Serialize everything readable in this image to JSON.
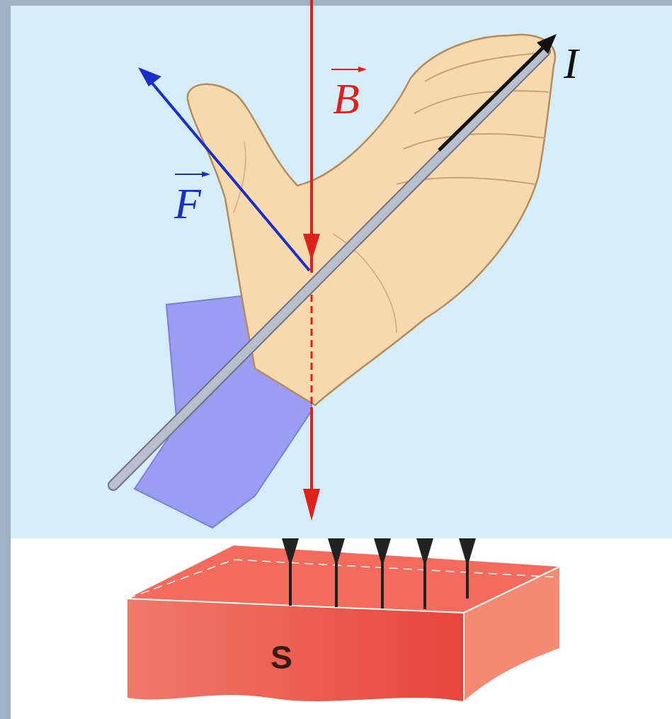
{
  "diagram": {
    "labels": [
      "B",
      "F",
      "I",
      "S"
    ]
  }
}
